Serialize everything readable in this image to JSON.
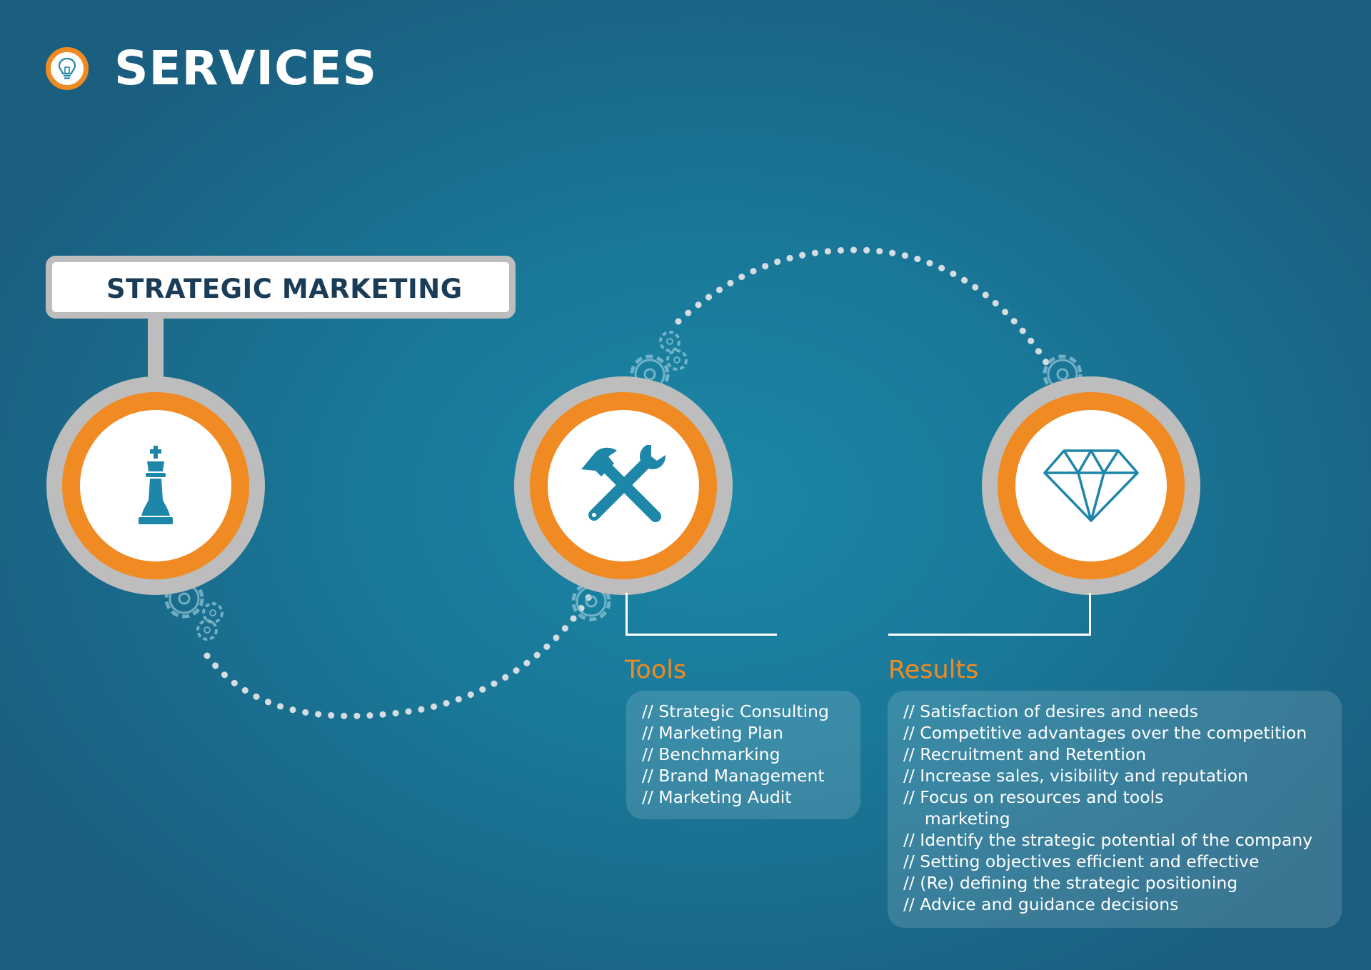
{
  "header": {
    "title": "SERVICES",
    "icon": "lightbulb-icon"
  },
  "service": {
    "label": "STRATEGIC MARKETING"
  },
  "nodes": [
    {
      "icon": "chess-king-icon"
    },
    {
      "icon": "hammer-wrench-icon"
    },
    {
      "icon": "diamond-icon"
    }
  ],
  "tools": {
    "heading": "Tools",
    "items": [
      "// Strategic Consulting",
      "// Marketing Plan",
      "// Benchmarking",
      "// Brand Management",
      "// Marketing Audit"
    ]
  },
  "results": {
    "heading": "Results",
    "items": [
      "// Satisfaction of desires and needs",
      "// Competitive advantages over the competition",
      "// Recruitment and Retention",
      "// Increase sales, visibility and reputation",
      "// Focus on resources and tools",
      "    marketing",
      "// Identify the strategic potential of the company",
      "// Setting objectives efficient and effective",
      "// (Re) defining the strategic positioning",
      "// Advice and guidance decisions"
    ]
  },
  "colors": {
    "accent_orange": "#f08a22",
    "ring_gray": "#bdbdbd",
    "icon_teal": "#1e86a8",
    "title_navy": "#1a3c56",
    "background_teal": "#1a7898"
  }
}
